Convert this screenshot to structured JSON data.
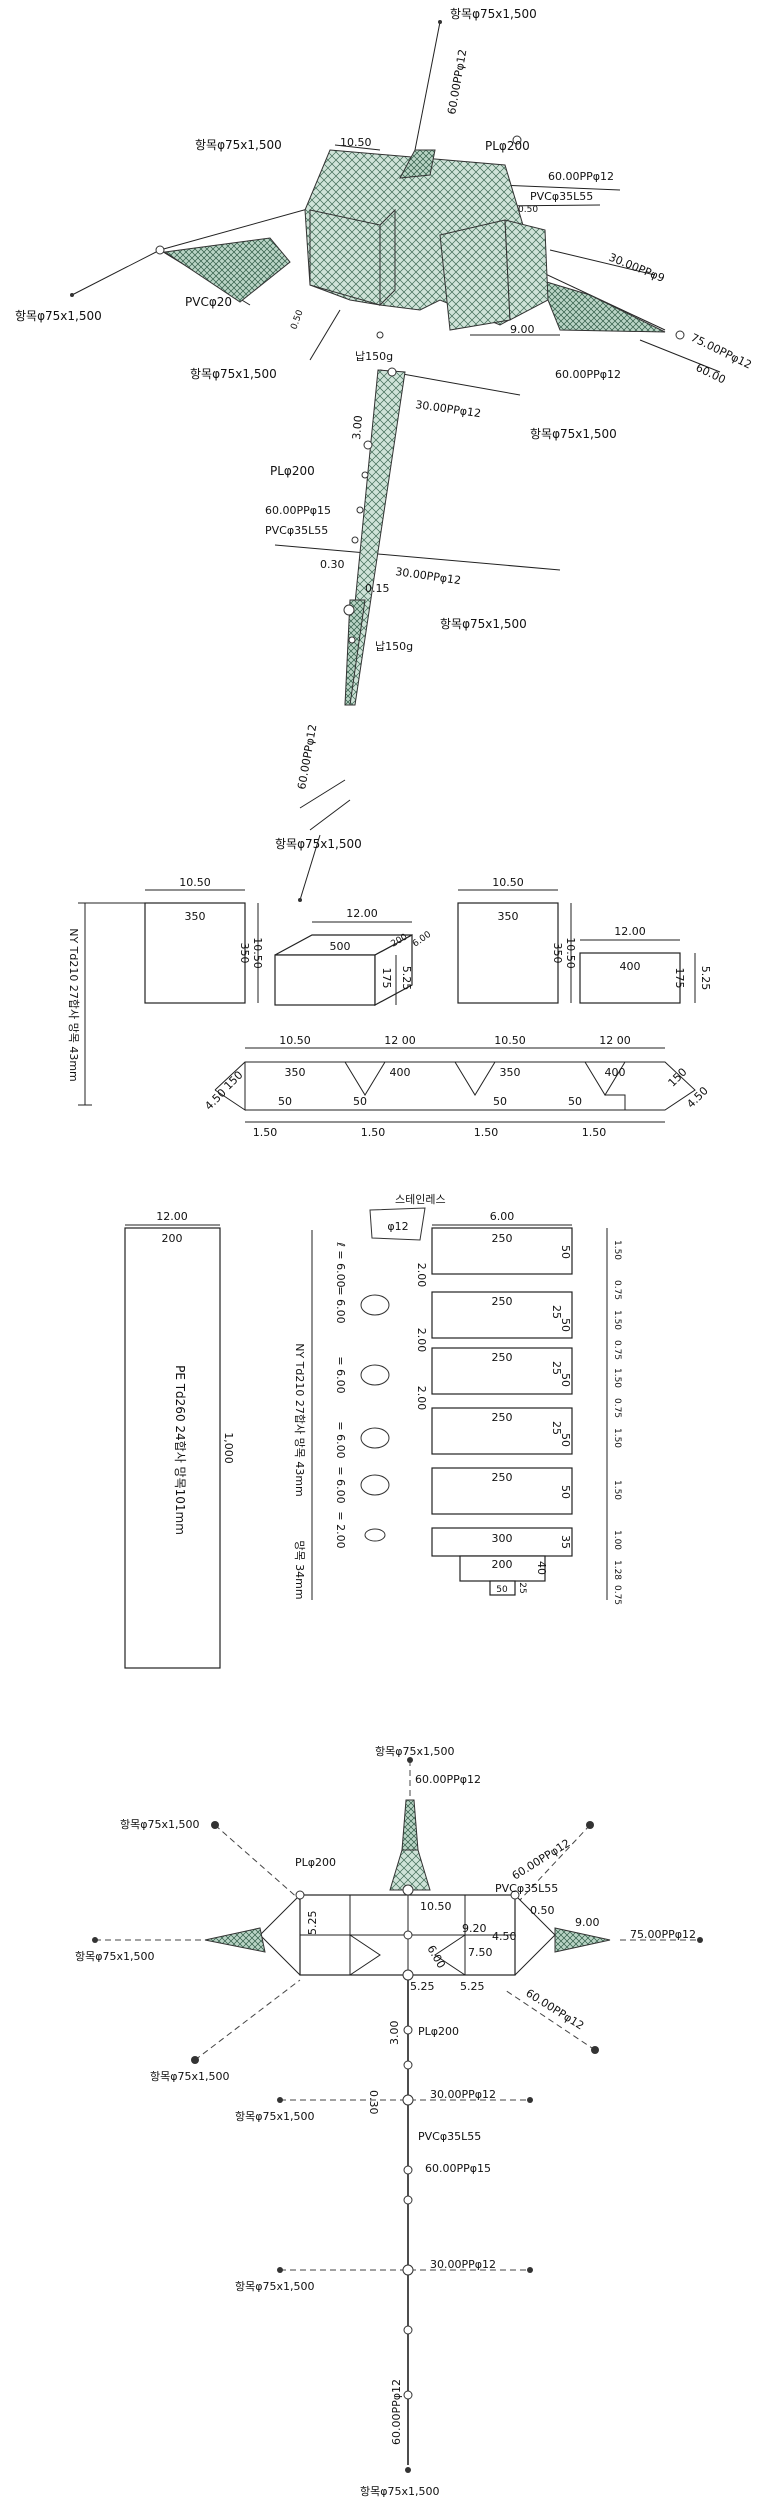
{
  "top_view": {
    "anchor_labels": {
      "top": "항목φ75x1,500",
      "upper_left": "항목φ75x1,500",
      "left": "항목φ75x1,500",
      "lower_left": "항목φ75x1,500",
      "right_mid": "항목φ75x1,500",
      "lower_mid": "항목φ75x1,500",
      "bottom": "항목φ75x1,500"
    },
    "rope_labels": {
      "mast_top": "60.00PPφ12",
      "right_upper": "60.00PPφ12",
      "right_diag": "30.00PPφ9",
      "right_long": "75.00PPφ12",
      "right_60": "60.00",
      "right_inner": "60.00PPφ12",
      "mid_rope": "30.00PPφ12",
      "pp15": "60.00PPφ15",
      "lower_rope": "30.00PPφ12",
      "bottom_rope": "60.00PPφ12"
    },
    "part_labels": {
      "pl_top": "PLφ200",
      "pvc_top": "PVCφ35L55",
      "pvc_left": "PVCφ20",
      "sinker_top": "납150g",
      "pl_mid": "PLφ200",
      "pvc_mid": "PVCφ35L55",
      "sinker_bottom": "납150g"
    },
    "dims": {
      "d1050": "10.50",
      "d050a": "0.50",
      "d050b": "0.50",
      "d900": "9.00",
      "d300": "3.00",
      "d030": "0.30",
      "d015": "0.15"
    }
  },
  "panels": {
    "box1_w": "10.50",
    "box1_v": "350",
    "box1_h": "10.50",
    "box1_hv": "350",
    "side_label": "NY Td210 27합사 망목 43mm",
    "box2_w": "12.00",
    "box2_v": "500",
    "box2_v2": "200",
    "box2_d": "6.00",
    "box2_h": "175",
    "box2_h2": "5.25",
    "box3_w": "10.50",
    "box3_v": "350",
    "box3_h": "10.50",
    "box3_hv": "350",
    "box4_w": "12.00",
    "box4_v": "400",
    "box4_h": "175",
    "box4_h2": "5.25",
    "strip_w": [
      "10.50",
      "12 00",
      "10.50",
      "12 00"
    ],
    "strip_top": [
      "350",
      "400",
      "350",
      "400"
    ],
    "strip_bot": [
      "50",
      "50",
      "50",
      "50"
    ],
    "strip_low": [
      "1.50",
      "1.50",
      "1.50",
      "1.50"
    ],
    "left_end_a": "150",
    "left_end_b": "4.50",
    "right_end_a": "150",
    "right_end_b": "4.50"
  },
  "cod": {
    "bag_w": "12.00",
    "bag_v": "200",
    "bag_len": "1,000",
    "bag_label": "PE Td260 24합사 망목101mm",
    "stainless": "스테인레스",
    "stainless_d": "φ12",
    "rings": [
      "ℓ = 6.00",
      "= 6.00",
      "= 6.00",
      "= 6.00",
      "= 6.00",
      "= 2.00"
    ],
    "net_label": "NY Td210 27합사 망목 43mm",
    "mesh2": "망목 34mm",
    "top_w": "6.00",
    "sections": [
      {
        "v": "250",
        "r": "50",
        "gap": "2.00"
      },
      {
        "v": "250",
        "r": "25",
        "r2": "50",
        "gap": "2.00"
      },
      {
        "v": "250",
        "r": "25",
        "r2": "50",
        "gap": "2.00"
      },
      {
        "v": "250",
        "r": "25",
        "r2": "50",
        "gap": ""
      },
      {
        "v": "250",
        "r": "50",
        "gap": ""
      }
    ],
    "tail_v1": "300",
    "tail_r1": "35",
    "tail_v2": "200",
    "tail_r2": "40",
    "tail_v3": "50",
    "tail_r3": "25",
    "right_dims": [
      "1.50",
      "0.75",
      "1.50",
      "0.75",
      "1.50",
      "0.75",
      "1.50",
      "1.50",
      "1.00",
      "1.28",
      "0.75"
    ]
  },
  "plan_view": {
    "anchors": {
      "top": "항목φ75x1,500",
      "upper_left": "항목φ75x1,500",
      "left": "항목φ75x1,500",
      "lower_left": "항목φ75x1,500",
      "mid": "항목φ75x1,500",
      "low": "항목φ75x1,500",
      "bottom": "항목φ75x1,500"
    },
    "ropes": {
      "top": "60.00PPφ12",
      "upper_right": "60.00PPφ12",
      "right": "75.00PPφ12",
      "lower_right": "60.00PPφ12",
      "mid": "30.00PPφ12",
      "pp15": "60.00PPφ15",
      "low": "30.00PPφ12",
      "bottom": "60.00PPφ12"
    },
    "parts": {
      "pl_top": "PLφ200",
      "pvc": "PVCφ35L55",
      "pl_mid": "PLφ200",
      "pvc_mid": "PVCφ35L55"
    },
    "dims": {
      "d1050": "10.50",
      "d525a": "5.25",
      "d920": "9.20",
      "d450": "4.50",
      "d750": "7.50",
      "d600": "6.00",
      "d525b": "5.25",
      "d525c": "5.25",
      "d050": "0.50",
      "d900": "9.00",
      "d300": "3.00",
      "d030": "0.30"
    }
  }
}
